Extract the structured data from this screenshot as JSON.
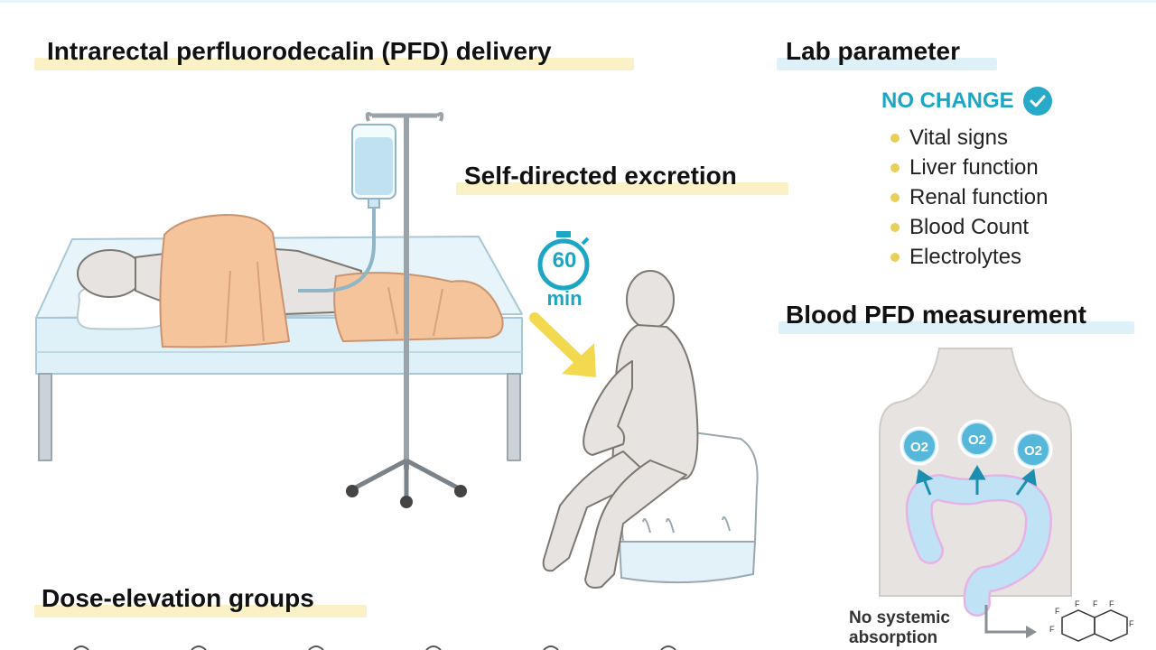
{
  "headings": {
    "delivery": "Intrarectal perfluorodecalin (PFD) delivery",
    "excretion": "Self-directed excretion",
    "lab": "Lab parameter",
    "blood": "Blood PFD measurement",
    "dose": "Dose-elevation groups"
  },
  "lab": {
    "status": "NO CHANGE",
    "items": [
      "Vital signs",
      "Liver function",
      "Renal function",
      "Blood Count",
      "Electrolytes"
    ]
  },
  "timer": {
    "value": "60",
    "unit": "min"
  },
  "blood": {
    "oxygen_label": "O2",
    "no_absorption": "No systemic absorption",
    "molecule_atom": "F"
  },
  "colors": {
    "accent": "#1ca6c4",
    "highlight_yellow": "#fbf1c6",
    "highlight_blue": "#dff1f8",
    "bullet": "#e8cf5a",
    "blanket": "#f6c49b",
    "bed": "#dff1f8",
    "figure": "#e6e3e0",
    "iv_fluid": "#bfe1f0",
    "colon": "#bfe3f5"
  },
  "icons": [
    "check-icon",
    "stopwatch-icon",
    "arrow-icon",
    "oxygen-bubble-icon",
    "molecule-icon"
  ]
}
